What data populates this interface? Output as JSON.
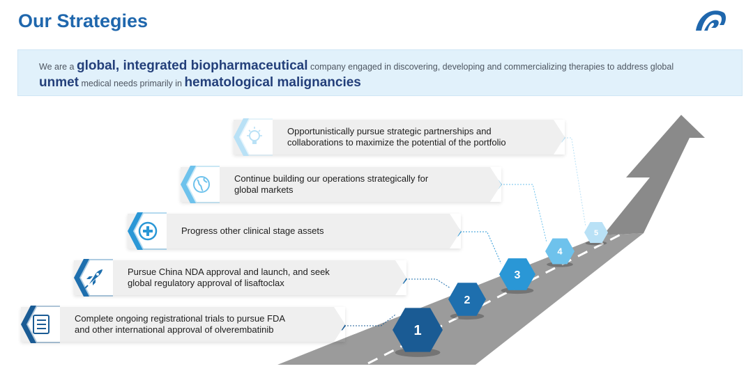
{
  "header": {
    "title": "Our Strategies",
    "logo_name": "company-logo"
  },
  "mission": {
    "line1": [
      {
        "text": "We are a ",
        "emphasis": false
      },
      {
        "text": "global, integrated biopharmaceutical",
        "emphasis": true
      },
      {
        "text": " company engaged in discovering, developing and commercializing therapies to address global",
        "emphasis": false
      }
    ],
    "line2": [
      {
        "text": "unmet",
        "emphasis": true
      },
      {
        "text": " medical needs primarily in ",
        "emphasis": false
      },
      {
        "text": "hematological malignancies",
        "emphasis": true
      }
    ]
  },
  "strategies": [
    {
      "number": "1",
      "icon": "checklist-icon",
      "lines": [
        "Complete ongoing registrational trials to pursue FDA",
        "and other international approval of olverembatinib"
      ]
    },
    {
      "number": "2",
      "icon": "rocket-icon",
      "lines": [
        "Pursue China NDA approval and launch, and seek",
        "global regulatory approval of lisaftoclax"
      ]
    },
    {
      "number": "3",
      "icon": "medical-cross-icon",
      "lines": [
        "Progress other clinical stage assets"
      ]
    },
    {
      "number": "4",
      "icon": "globe-icon",
      "lines": [
        "Continue building our operations strategically for",
        "global markets"
      ]
    },
    {
      "number": "5",
      "icon": "lightbulb-icon",
      "lines": [
        "Opportunistically pursue strategic partnerships and",
        "collaborations to maximize the potential of the portfolio"
      ]
    }
  ],
  "colors": {
    "title": "#1f67ad",
    "mission_bg": "#e1f1fb",
    "emphasis": "#233f7a",
    "road": "#9b9b9b",
    "arrow": "#8a8a8a",
    "step_colors": [
      "#1a5b94",
      "#1e6fae",
      "#2a97d6",
      "#6ec2ec",
      "#b9e1f6"
    ]
  }
}
